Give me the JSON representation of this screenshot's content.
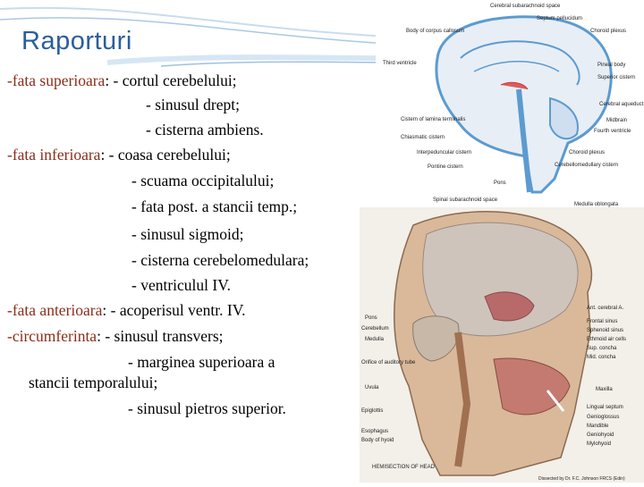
{
  "slide": {
    "title": "Raporturi",
    "lines": [
      {
        "term": "-fata superioara",
        "rest": ": - cortul cerebelului;"
      },
      {
        "text": "- sinusul drept;"
      },
      {
        "text": "- cisterna ambiens."
      },
      {
        "term": "-fata inferioara",
        "rest": ": - coasa cerebelului;"
      },
      {
        "text": "- scuama occipitalului;"
      },
      {
        "text": "- fata post. a stancii temp.;"
      },
      {
        "text": "- sinusul sigmoid;"
      },
      {
        "text": "- cisterna cerebelomedulara;"
      },
      {
        "text": "- ventriculul IV."
      },
      {
        "term": "-fata anterioara",
        "rest": ": - acoperisul  ventr. IV."
      },
      {
        "term": "-circumferinta",
        "rest": ": - sinusul transvers;"
      },
      {
        "text": "- marginea superioara a"
      },
      {
        "text": "stancii temporalului;"
      },
      {
        "text": "- sinusul pietros superior."
      }
    ]
  },
  "figure_top": {
    "labels": {
      "cerebral_subarachnoid_space": "Cerebral subarachnoid space",
      "septum_pellucidum": "Septum pellucidum",
      "body_of_corpus_callosum": "Body of corpus callosum",
      "choroid_plexus": "Choroid plexus",
      "third_ventricle": "Third ventricle",
      "pineal_body": "Pineal body",
      "superior_cistern": "Superior cistern",
      "cistern_of_lamina_terminalis": "Cistern of lamina terminalis",
      "cerebral_aqueduct": "Cerebral aqueduct",
      "midbrain": "Midbrain",
      "chiasmatic_cistern": "Chiasmatic cistern",
      "fourth_ventricle": "Fourth ventricle",
      "interpeduncular_cistern": "Interpeduncular cistern",
      "choroid_plexus_2": "Choroid plexus",
      "pontine_cistern": "Pontine cistern",
      "cerebellomedullary_cistern": "Cerebellomedullary cistern",
      "pons": "Pons",
      "spinal_subarachnoid_space": "Spinal subarachnoid space",
      "medulla_oblongata": "Medulla oblongata"
    }
  },
  "figure_bottom": {
    "labels": {
      "pons": "Pons",
      "cerebellum": "Cerebellum",
      "medulla": "Medulla",
      "orifice": "Orifice of auditory tube",
      "uvula": "Uvula",
      "epiglottis": "Epiglottis",
      "esophagus": "Esophagus",
      "body_of_hyoid": "Body of hyoid",
      "caption": "HEMISECTION OF HEAD",
      "credit": "Dissected by Dr. F.C. Johnson FRCS (Edin)",
      "r1": "Ant. cerebral A.",
      "r2": "Frontal sinus",
      "r3": "Sphenoid sinus",
      "r4": "Ethmoid air cells",
      "r5": "Sup. concha",
      "r6": "Mid. concha",
      "r7": "Maxilla",
      "r8": "Lingual septum",
      "r9": "Genioglossus",
      "r10": "Mandible",
      "r11": "Geniohyoid",
      "r12": "Mylohyoid"
    }
  }
}
